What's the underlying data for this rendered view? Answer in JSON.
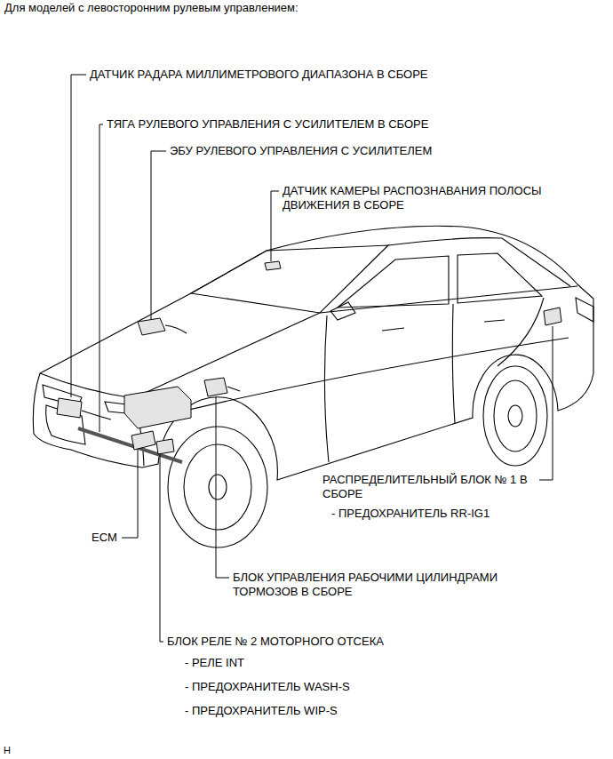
{
  "diagram": {
    "title": "Для моделей с левосторонним рулевым управлением:",
    "labels": [
      "ДАТЧИК РАДАРА МИЛЛИМЕТРОВОГО ДИАПАЗОНА В СБОРЕ",
      "ТЯГА РУЛЕВОГО УПРАВЛЕНИЯ С УСИЛИТЕЛЕМ В СБОРЕ",
      "ЭБУ РУЛЕВОГО УПРАВЛЕНИЯ С УСИЛИТЕЛЕМ",
      "ДАТЧИК КАМЕРЫ РАСПОЗНАВАНИЯ ПОЛОСЫ ДВИЖЕНИЯ В СБОРЕ",
      "РАСПРЕДЕЛИТЕЛЬНЫЙ БЛОК № 1 В СБОРЕ",
      "- ПРЕДОХРАНИТЕЛЬ RR-IG1",
      "ECM",
      "БЛОК УПРАВЛЕНИЯ РАБОЧИМИ ЦИЛИНДРАМИ ТОРМОЗОВ В СБОРЕ",
      "БЛОК РЕЛЕ № 2 МОТОРНОГО ОТСЕКА",
      "- РЕЛЕ INT",
      "- ПРЕДОХРАНИТЕЛЬ WASH-S",
      "- ПРЕДОХРАНИТЕЛЬ WIP-S",
      "H"
    ]
  }
}
